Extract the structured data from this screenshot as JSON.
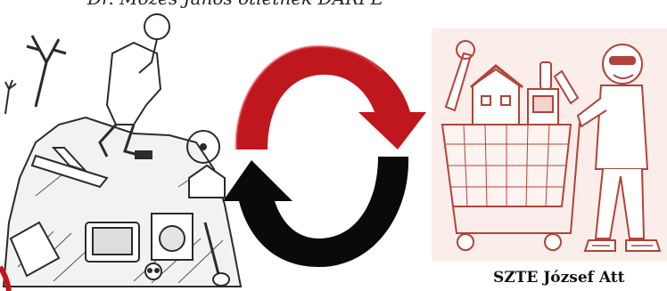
{
  "captions": {
    "top": "Dr. Mózes János ötletnek DARPE",
    "bottom": "SZTE József Att"
  },
  "illustrations": {
    "left": "junk-pile-thinker-illustration",
    "right": "shopping-cart-consumer-illustration"
  },
  "arrows": {
    "top_color": "#c0161d",
    "bottom_color": "#0a0a0a"
  },
  "colors": {
    "left_ink": "#2b2b2b",
    "right_ink": "#b0443a",
    "right_bg": "#fbeeea"
  }
}
